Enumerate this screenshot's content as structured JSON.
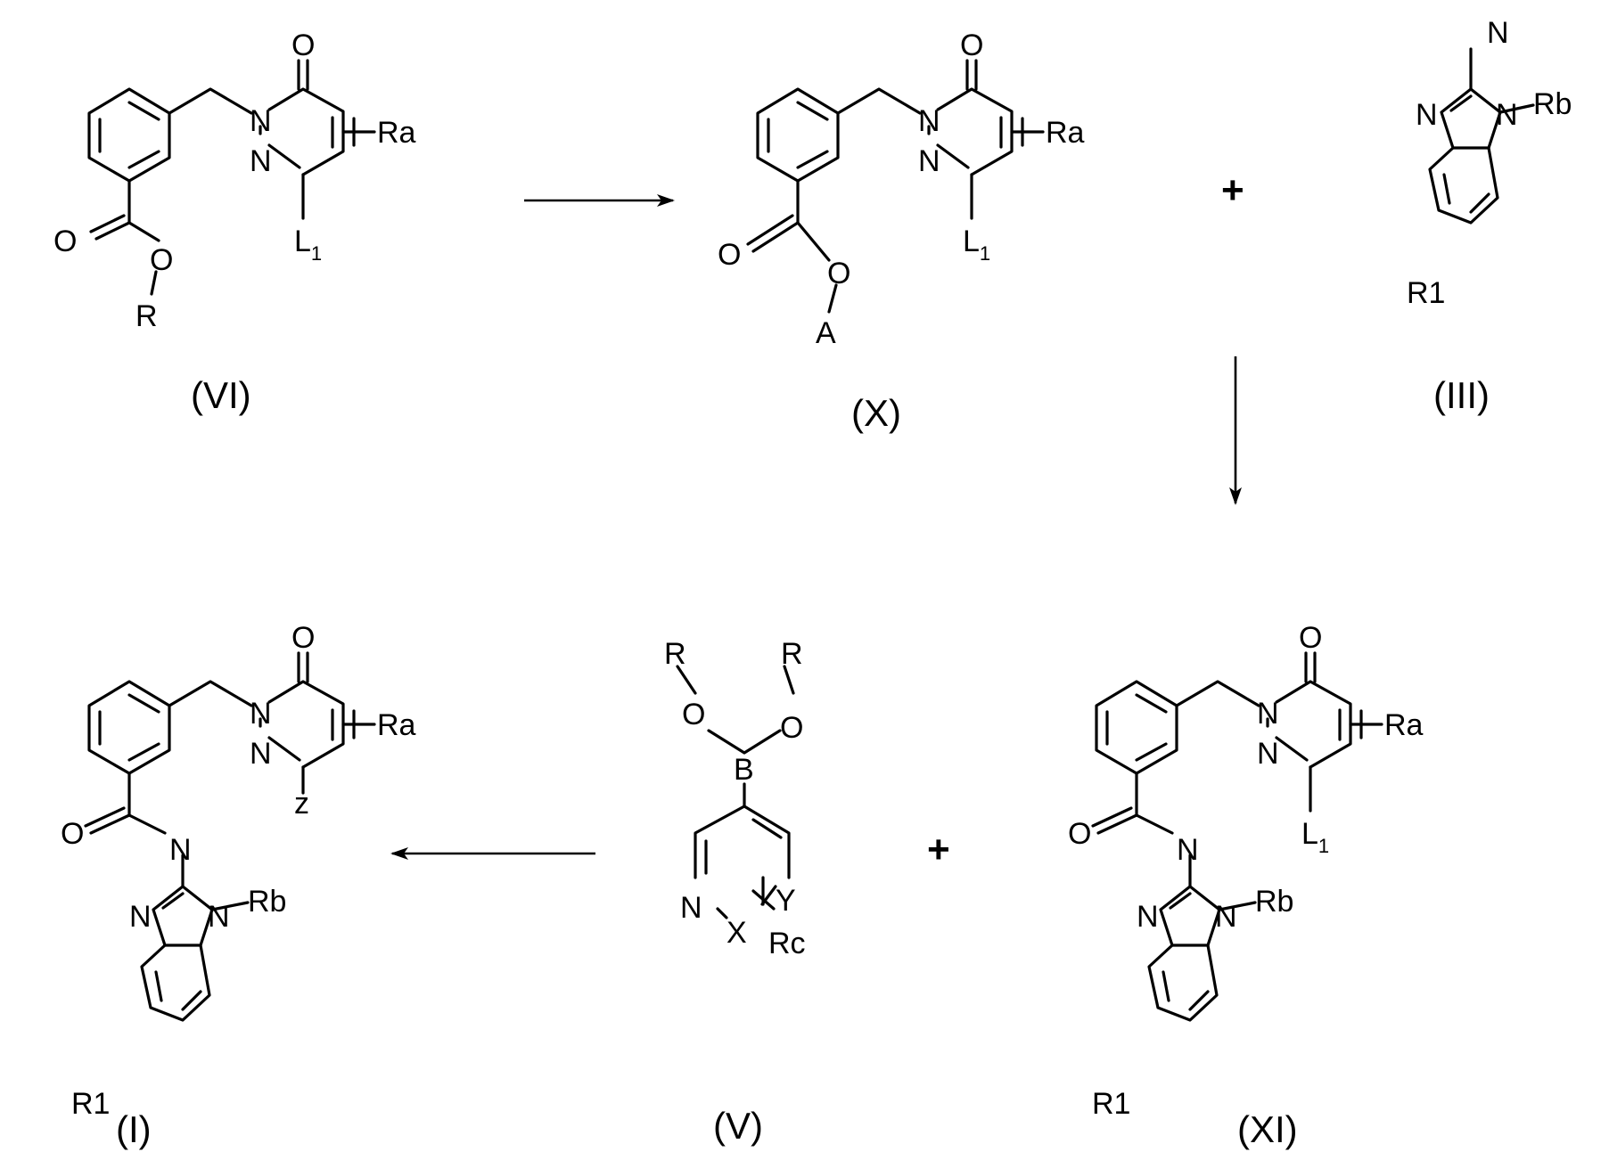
{
  "atoms": {
    "O": "O",
    "N": "N",
    "Ra": "Ra",
    "Rb": "Rb",
    "Rc": "Rc",
    "R": "R",
    "A": "A",
    "L": "L",
    "L_sub": "1",
    "R1": "R1",
    "B": "B",
    "X": "X",
    "Y": "Y",
    "z": "z"
  },
  "plus_sign": "+",
  "compounds": {
    "VI": "(VI)",
    "X": "(X)",
    "III": "(III)",
    "I": "(I)",
    "V": "(V)",
    "XI": "(XI)"
  }
}
